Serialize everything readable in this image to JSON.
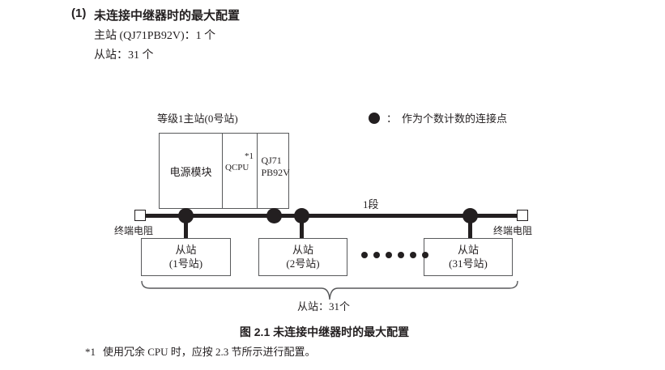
{
  "heading": {
    "number": "(1)",
    "title": "未连接中继器时的最大配置",
    "spec_master": "主站 (QJ71PB92V)：1 个",
    "spec_slave": "从站：31 个"
  },
  "legend": {
    "marker_icon": "filled-circle-icon",
    "colon": "：",
    "text": "作为个数计数的连接点"
  },
  "diagram": {
    "master_label": "等级1主站(0号站)",
    "rack": {
      "power_module": "电源模块",
      "cpu": "QCPU",
      "cpu_footnote_mark": "*1",
      "network_line1": "QJ71",
      "network_line2": "PB92V"
    },
    "segment_label": "1段",
    "terminator_left_label": "终端电阻",
    "terminator_right_label": "终端电阻",
    "slaves": [
      {
        "name": "从站",
        "station": "(1号站)"
      },
      {
        "name": "从站",
        "station": "(2号站)"
      },
      {
        "name": "从站",
        "station": "(31号站)"
      }
    ],
    "ellipsis_dot_count": 6,
    "brace_label": "从站：31个"
  },
  "figure": {
    "caption": "图 2.1  未连接中继器时的最大配置"
  },
  "footnote": {
    "mark": "*1",
    "text": "使用冗余 CPU 时，应按 2.3 节所示进行配置。"
  },
  "colors": {
    "ink": "#231f20",
    "box_stroke": "#58595b",
    "page_background": "#ffffff"
  }
}
